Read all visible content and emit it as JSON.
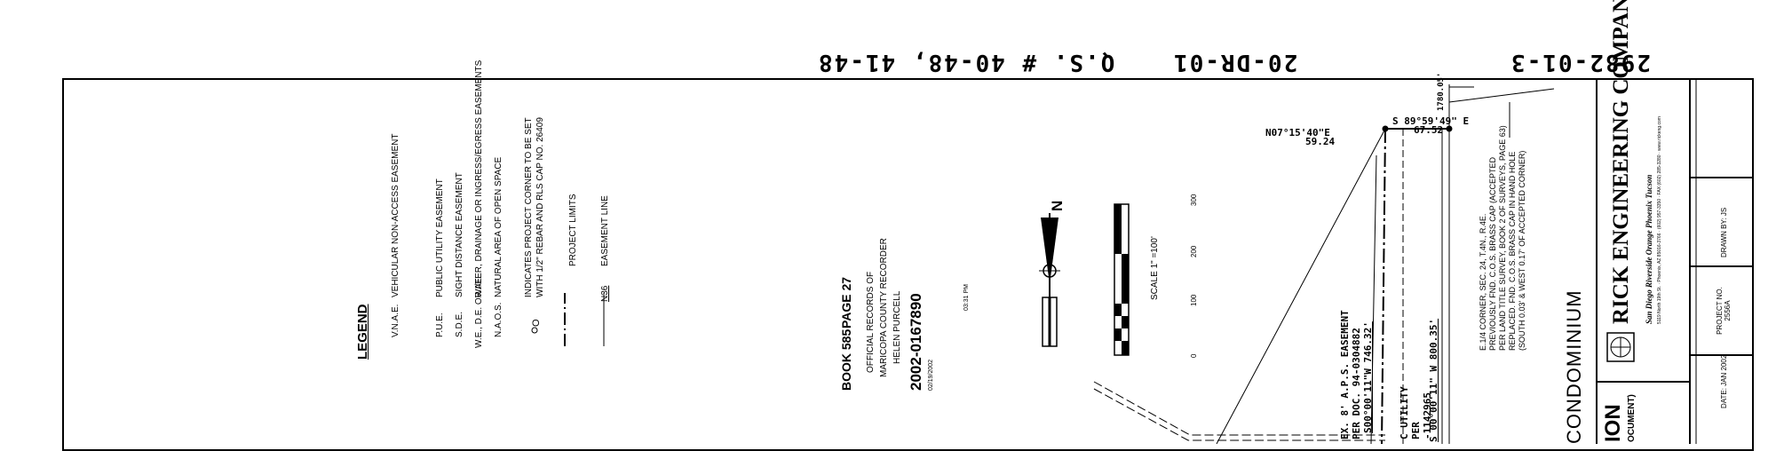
{
  "header": {
    "sheet_code": "2982-01-3",
    "dr_code": "20-DR-01",
    "qs_ref": "Q.S. # 40-48, 41-48"
  },
  "legend": {
    "title": "LEGEND",
    "items": [
      {
        "abbr": "V.N.A.E.",
        "desc": "VEHICULAR NON-ACCESS EASEMENT"
      },
      {
        "abbr": "P.U.E.",
        "desc": "PUBLIC UTILITY EASEMENT"
      },
      {
        "abbr": "S.D.E.",
        "desc": "SIGHT DISTANCE EASEMENT"
      },
      {
        "abbr": "W.E., D.E. OR I/E",
        "desc": "WATER, DRAINAGE OR INGRESS/EGRESS EASEMENTS"
      },
      {
        "abbr": "N.A.O.S.",
        "desc": "NATURAL AREA OF OPEN SPACE"
      },
      {
        "abbr": "O",
        "desc": "INDICATES PROJECT CORNER TO BE SET",
        "desc2": "WITH 1/2\" REBAR AND RLS CAP NO. 26409"
      },
      {
        "abbr": "",
        "desc": "PROJECT LIMITS"
      },
      {
        "abbr": "N36",
        "desc": "EASEMENT LINE"
      }
    ]
  },
  "recording": {
    "book": "BOOK 585",
    "page": "PAGE 27",
    "line1": "OFFICIAL RECORDS OF",
    "line2": "MARICOPA COUNTY RECORDER",
    "line3": "HELEN PURCELL",
    "doc_no": "2002-0167890",
    "date": "02/19/2002",
    "time": "03:31 PM"
  },
  "scale": {
    "label": "SCALE 1\" =100'",
    "ticks": [
      "0",
      "100",
      "200",
      "300"
    ],
    "north": "N"
  },
  "survey": {
    "bearing_top": "S 89°59'49\" E",
    "dist_top": "67.52",
    "bearing_left": "N07°15'40\"E",
    "dist_left": "59.24",
    "dist_right": "1780.05'",
    "line_a": "S00°00'11\"W 746.32'",
    "line_b": "S 00°00'11\" W 800.35'",
    "easement_1": "EX. 8' A.P.S. EASEMENT",
    "easement_2": "PER DOC. 94-0304882",
    "utility_1": "C UTILITY",
    "utility_2": "PER",
    "utility_3": "-1142965",
    "corner_notes": [
      "E.1/4 CORNER, SEC. 24, T.4N., R.4E.",
      "PREVIOUSLY FND. C.O.S. BRASS CAP (ACCEPTED",
      "PER LAND TITLE SURVEY, BOOK 2 OF SURVEYS, PAGE 63)",
      "REPLACED. FND. C.O.S. BRASS CAP IN HAND HOLE",
      "(SOUTH 0.03' & WEST 0.17' OF ACCEPTED CORNER)"
    ]
  },
  "title_block": {
    "project_fragment": "CONDOMINIUM",
    "title_fragment": "ION",
    "subtitle_fragment": "OCUMENT)",
    "company": "RICK ENGINEERING COMPANY",
    "offices": "San Diego    Riverside    Orange    Phoenix    Tucson",
    "address": "5119 North 19th St. · Phoenix, AZ 85016-3766 · (602) 957-3350 · FAX (602) 285-3280 · www.rickeng.com",
    "date": "DATE:   JAN 2002",
    "project_no": "PROJECT NO. 2556A",
    "drawn": "DRAWN BY: JS"
  }
}
